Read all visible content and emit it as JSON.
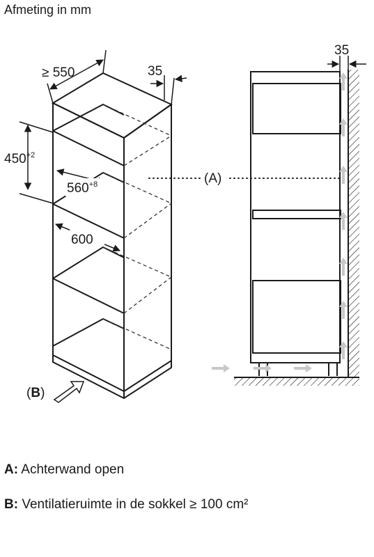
{
  "header": {
    "title": "Afmeting in mm"
  },
  "dimensions": {
    "depth": "≥ 550",
    "side_gap_left": "35",
    "niche_height": "450",
    "niche_height_tol": "+2",
    "niche_width": "560",
    "niche_width_tol": "+8",
    "cabinet_width": "600",
    "side_gap_right": "35"
  },
  "callouts": {
    "a": "(A)",
    "b_open": "(",
    "b_letter": "B",
    "b_close": ")"
  },
  "legend": [
    {
      "key": "A:",
      "text": " Achterwand open"
    },
    {
      "key": "B:",
      "text": " Ventilatieruimte in de sokkel ≥ 100 cm²"
    }
  ],
  "colors": {
    "line": "#1a1a1a",
    "airflow_arrow": "#c8c8c8",
    "dashed": "#333333"
  }
}
